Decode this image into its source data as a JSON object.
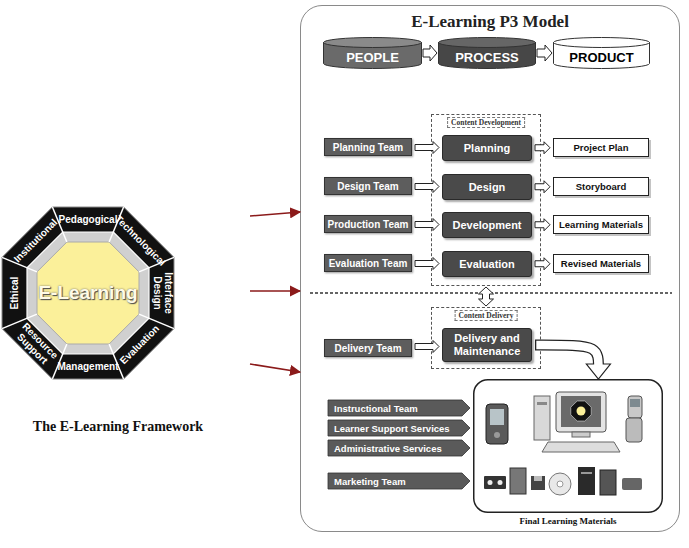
{
  "diagram": {
    "nodes": [
      {
        "text": [
          "Pedagogical",
          "Technological",
          "Interface Design",
          "Evaluation",
          "Management",
          "Resource Support",
          "Ethical",
          "Institutional",
          "E-Learning",
          "The E-Learning Framework"
        ]
      },
      {
        "text": [
          "E-Learning P3 Model"
        ]
      },
      {
        "text": [
          "PEOPLE"
        ],
        "in": 1
      },
      {
        "text": [
          "PROCESS"
        ],
        "in": 1
      },
      {
        "text": [
          "PRODUCT"
        ],
        "in": 1
      },
      {
        "text": [
          "Planning Team"
        ],
        "in": 1
      },
      {
        "text": [
          "Content Development"
        ],
        "in": 1
      },
      {
        "text": [
          "Planning"
        ],
        "in": 6
      },
      {
        "text": [
          "Project Plan"
        ],
        "in": 1
      },
      {
        "text": [
          "Design Team"
        ],
        "in": 1
      },
      {
        "text": [
          "Design"
        ],
        "in": 6
      },
      {
        "text": [
          "Storyboard"
        ],
        "in": 1
      },
      {
        "text": [
          "Production Team"
        ],
        "in": 1
      },
      {
        "text": [
          "Development"
        ],
        "in": 6
      },
      {
        "text": [
          "Learning Materials"
        ],
        "in": 1
      },
      {
        "text": [
          "Evaluation Team"
        ],
        "in": 1
      },
      {
        "text": [
          "Evaluation"
        ],
        "in": 6
      },
      {
        "text": [
          "Revised Materials"
        ],
        "in": 1
      },
      {
        "text": [
          "Delivery Team"
        ],
        "in": 1
      },
      {
        "text": [
          "Content Delivery"
        ],
        "in": 1
      },
      {
        "text": [
          "Delivery and Maintenance"
        ],
        "in": 19
      },
      {
        "text": [
          "Final Learning Materials"
        ],
        "in": 1
      },
      {
        "text": [
          "Instructional Team"
        ],
        "in": 1
      },
      {
        "text": [
          "Learner Support Services"
        ],
        "in": 1
      },
      {
        "text": [
          "Administrative Services"
        ],
        "in": 1
      },
      {
        "text": [
          "Marketing Team"
        ],
        "in": 1
      }
    ],
    "edges": [
      {
        "from": 0,
        "to": 1,
        "arrow": "to"
      },
      {
        "from": 0,
        "to": 1,
        "arrow": "to"
      },
      {
        "from": 0,
        "to": 1,
        "arrow": "to"
      },
      {
        "from": 2,
        "to": 3,
        "arrow": "to"
      },
      {
        "from": 3,
        "to": 4,
        "arrow": "to"
      },
      {
        "from": 5,
        "to": 7,
        "arrow": "to"
      },
      {
        "from": 7,
        "to": 8,
        "arrow": "to"
      },
      {
        "from": 9,
        "to": 10,
        "arrow": "to"
      },
      {
        "from": 10,
        "to": 11,
        "arrow": "to"
      },
      {
        "from": 12,
        "to": 13,
        "arrow": "to"
      },
      {
        "from": 13,
        "to": 14,
        "arrow": "to"
      },
      {
        "from": 15,
        "to": 16,
        "arrow": "to"
      },
      {
        "from": 16,
        "to": 17,
        "arrow": "to"
      },
      {
        "from": 6,
        "to": 19,
        "arrow": "both"
      },
      {
        "from": 18,
        "to": 20,
        "arrow": "to"
      },
      {
        "from": 20,
        "to": 21,
        "arrow": "to"
      }
    ]
  }
}
